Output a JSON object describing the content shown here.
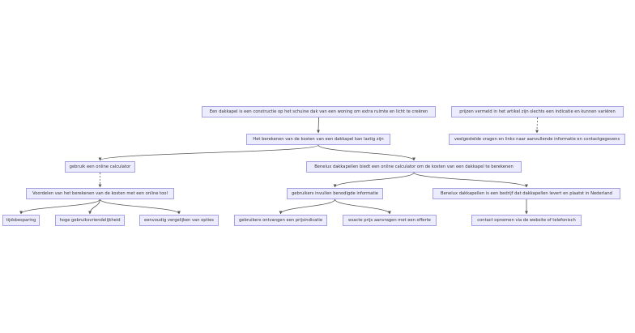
{
  "diagram": {
    "colors": {
      "node_fill": "#ececff",
      "node_border": "#a7a3e0",
      "edge": "#555555",
      "text": "#333333"
    },
    "nodes": [
      {
        "id": "n1",
        "label": "Een dakkapel is een constructie op het schuine dak van een woning om extra ruimte en licht te creëren"
      },
      {
        "id": "n2",
        "label": "prijzen vermeld in het artikel zijn slechts een indicatie en kunnen variëren"
      },
      {
        "id": "n3",
        "label": "Het berekenen van de kosten van een dakkapel kan lastig zijn"
      },
      {
        "id": "n4",
        "label": "veelgestelde vragen en links naar aanvullende informatie en contactgegevens"
      },
      {
        "id": "n5",
        "label": "gebruik een online calculator"
      },
      {
        "id": "n6",
        "label": "Benelux dakkapellen biedt een online calculator om de kosten van een dakkapel te berekenen"
      },
      {
        "id": "n7",
        "label": "Voordelen van het berekenen van de kosten met een online tool"
      },
      {
        "id": "n8",
        "label": "gebruikers invullen benodigde informatie"
      },
      {
        "id": "n9",
        "label": "Benelux dakkapellen is een bedrijf dat dakkapellen levert en plaatst in Nederland"
      },
      {
        "id": "n10",
        "label": "tijdsbesparing"
      },
      {
        "id": "n11",
        "label": "hoge gebruiksvriendelijkheid"
      },
      {
        "id": "n12",
        "label": "eenvoudig vergelijken van opties"
      },
      {
        "id": "n13",
        "label": "gebruikers ontvangen een prijsindicatie"
      },
      {
        "id": "n14",
        "label": "exacte prijs aanvragen met een offerte"
      },
      {
        "id": "n15",
        "label": "contact opnemen via de website of telefonisch"
      }
    ],
    "edges": [
      {
        "from": "n1",
        "to": "n3",
        "style": "solid"
      },
      {
        "from": "n2",
        "to": "n4",
        "style": "dashed"
      },
      {
        "from": "n3",
        "to": "n5",
        "style": "solid"
      },
      {
        "from": "n3",
        "to": "n6",
        "style": "solid"
      },
      {
        "from": "n5",
        "to": "n7",
        "style": "dashed"
      },
      {
        "from": "n6",
        "to": "n8",
        "style": "solid"
      },
      {
        "from": "n6",
        "to": "n9",
        "style": "solid"
      },
      {
        "from": "n7",
        "to": "n10",
        "style": "solid"
      },
      {
        "from": "n7",
        "to": "n11",
        "style": "solid"
      },
      {
        "from": "n7",
        "to": "n12",
        "style": "solid"
      },
      {
        "from": "n8",
        "to": "n13",
        "style": "solid"
      },
      {
        "from": "n8",
        "to": "n14",
        "style": "solid"
      },
      {
        "from": "n9",
        "to": "n15",
        "style": "solid"
      }
    ]
  }
}
